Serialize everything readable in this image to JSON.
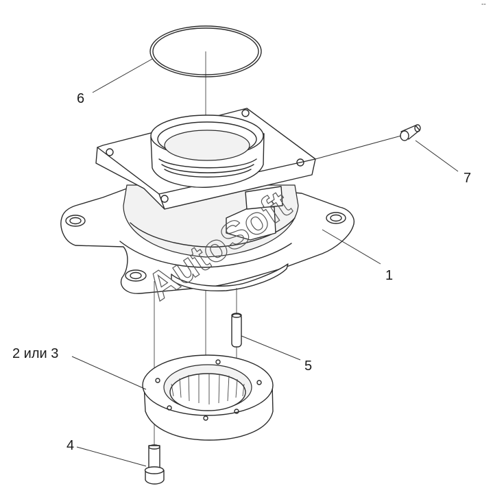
{
  "callouts": [
    {
      "id": "1",
      "label": "1"
    },
    {
      "id": "2",
      "label": "2 или 3"
    },
    {
      "id": "4",
      "label": "4"
    },
    {
      "id": "5",
      "label": "5"
    },
    {
      "id": "6",
      "label": "6"
    },
    {
      "id": "7",
      "label": "7"
    }
  ],
  "watermark": "AutoSoft",
  "corner_mark": "-‑"
}
